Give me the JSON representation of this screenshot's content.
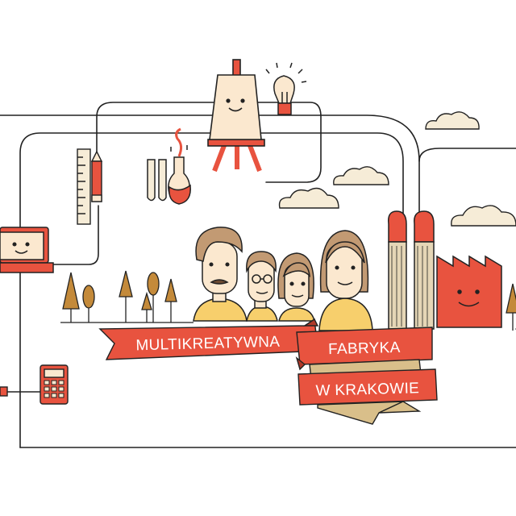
{
  "banner": {
    "line1": "MULTIKREATYWNA",
    "line2": "FABRYKA",
    "line3": "W KRAKOWIE"
  },
  "colors": {
    "red": "#e8533f",
    "dark_red": "#b03a2a",
    "skin": "#fbe8cf",
    "yellow_shirt": "#f7cf6c",
    "hair": "#c29a73",
    "chimney": "#e5d6b6",
    "tree": "#c48a3a",
    "line": "#222222",
    "cloud": "#f6ecd7",
    "ribbon_tail": "#d9bf8a"
  },
  "icons": [
    "laptop-icon",
    "calculator-icon",
    "ruler-icon",
    "pencil-icon",
    "test-tubes-icon",
    "flask-icon",
    "easel-icon",
    "light-bulb-icon",
    "factory-icon",
    "cloud-icon",
    "tree-icon"
  ]
}
